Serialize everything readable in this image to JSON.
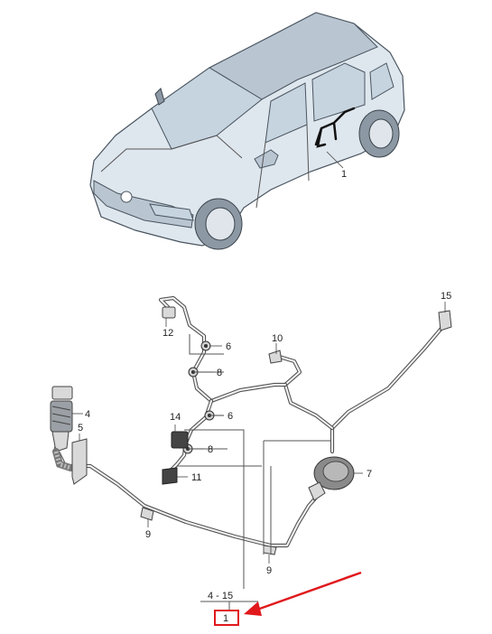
{
  "callouts": {
    "car_1": "1",
    "p15": "15",
    "p12": "12",
    "p6a": "6",
    "p8a": "8",
    "p10": "10",
    "p14": "14",
    "p6b": "6",
    "p8b": "8",
    "p4": "4",
    "p5": "5",
    "p11": "11",
    "p7": "7",
    "p9a": "9",
    "p9b": "9",
    "range": "4 - 15",
    "boxed": "1"
  },
  "colors": {
    "highlight": "#e0191d",
    "arrow": "#e0191d"
  }
}
